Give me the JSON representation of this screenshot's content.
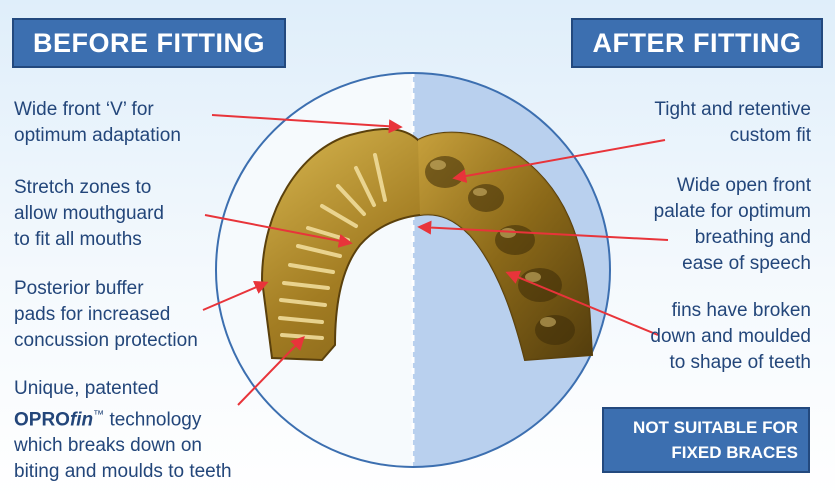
{
  "before_title": "BEFORE FITTING",
  "after_title": "AFTER FITTING",
  "left_labels": [
    {
      "lines": [
        "Wide front ‘V’ for",
        "optimum adaptation"
      ]
    },
    {
      "lines": [
        "Stretch zones to",
        "allow mouthguard",
        "to fit all mouths"
      ]
    },
    {
      "lines": [
        "Posterior buffer",
        "pads for increased",
        "concussion protection"
      ]
    }
  ],
  "tech_label": {
    "line1": "Unique, patented",
    "brand_opro": "OPRO",
    "brand_fin": "fin",
    "trademark": "™",
    "line2_rest": " technology",
    "line3": "which breaks down on",
    "line4": "biting and moulds to teeth"
  },
  "right_labels": [
    {
      "lines": [
        "Tight and retentive",
        "custom fit"
      ]
    },
    {
      "lines": [
        "Wide open front",
        "palate for optimum",
        "breathing and",
        "ease of speech"
      ]
    },
    {
      "lines": [
        "fins have broken",
        "down and moulded",
        "to shape of teeth"
      ]
    }
  ],
  "notice": {
    "line1": "NOT SUITABLE FOR",
    "line2": "FIXED BRACES"
  },
  "colors": {
    "title_bg": "#3c6fb0",
    "text": "#23467a",
    "arrow": "#e8343a",
    "mouthguard_gold": "#b08a2a"
  }
}
